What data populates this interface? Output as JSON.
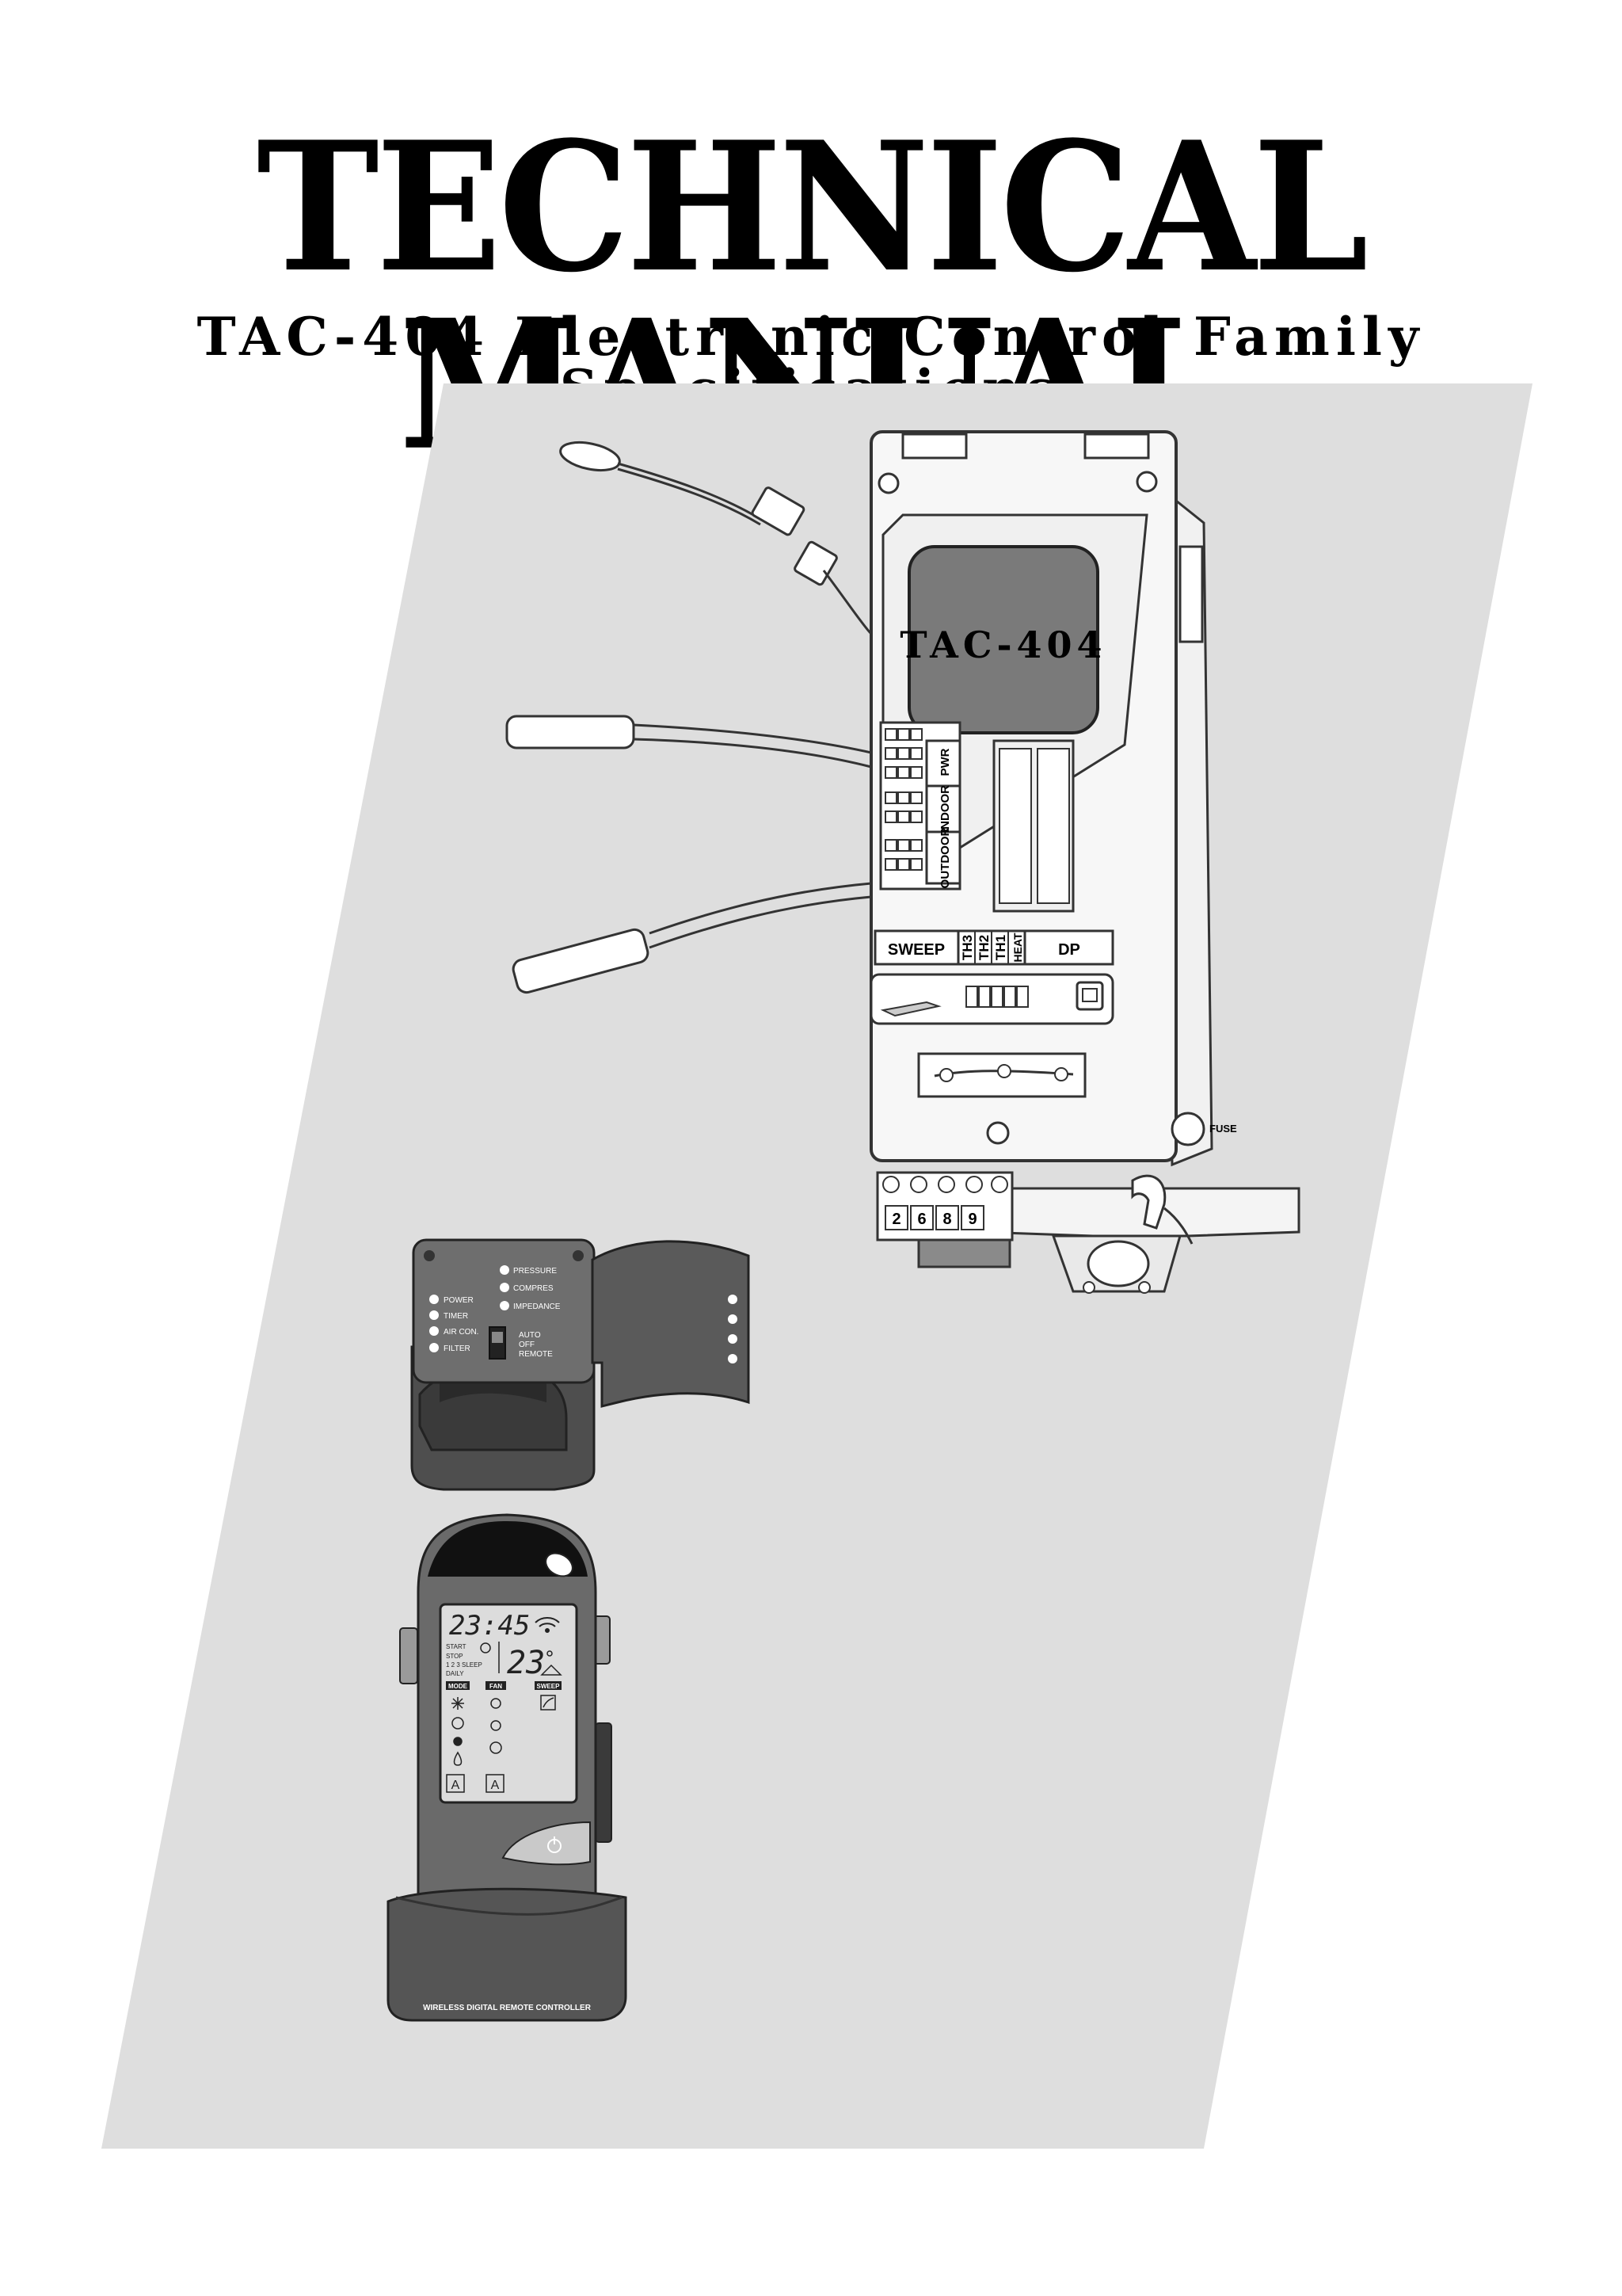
{
  "cover": {
    "title": "TECHNICAL MANUAL",
    "subtitle": "TAC-404 Electronic Control Family Specifications"
  },
  "control_board": {
    "model_label": "TAC-404",
    "connector_labels": [
      "PWR",
      "INDOOR",
      "OUTDOOR"
    ],
    "header_strip": {
      "sweep": "SWEEP",
      "th3": "TH3",
      "th2": "TH2",
      "th1": "TH1",
      "heat": "HEAT",
      "dp": "DP"
    },
    "fuse_label": "FUSE",
    "terminal_numbers": [
      "2",
      "6",
      "8",
      "9"
    ]
  },
  "receiver_unit": {
    "leds_left": [
      "POWER",
      "TIMER",
      "AIR CON.",
      "FILTER"
    ],
    "leds_right": [
      "PRESSURE",
      "COMPRES",
      "IMPEDANCE"
    ],
    "switch_positions": [
      "AUTO",
      "OFF",
      "REMOTE"
    ]
  },
  "remote_controller": {
    "clock": "23:45",
    "timer_labels": [
      "START",
      "STOP",
      "1  2  3  SLEEP",
      "DAILY"
    ],
    "temperature": "23",
    "column_headers": [
      "MODE",
      "FAN",
      "SWEEP"
    ],
    "auto_badges": [
      "A",
      "A"
    ],
    "footer_label": "WIRELESS DIGITAL REMOTE CONTROLLER"
  },
  "colors": {
    "background_panel": "#dedede",
    "board_screen": "#7a7a7a",
    "device_dark": "#4e4e4e",
    "device_mid": "#6e6e6e",
    "lcd": "#dcdcdc"
  }
}
